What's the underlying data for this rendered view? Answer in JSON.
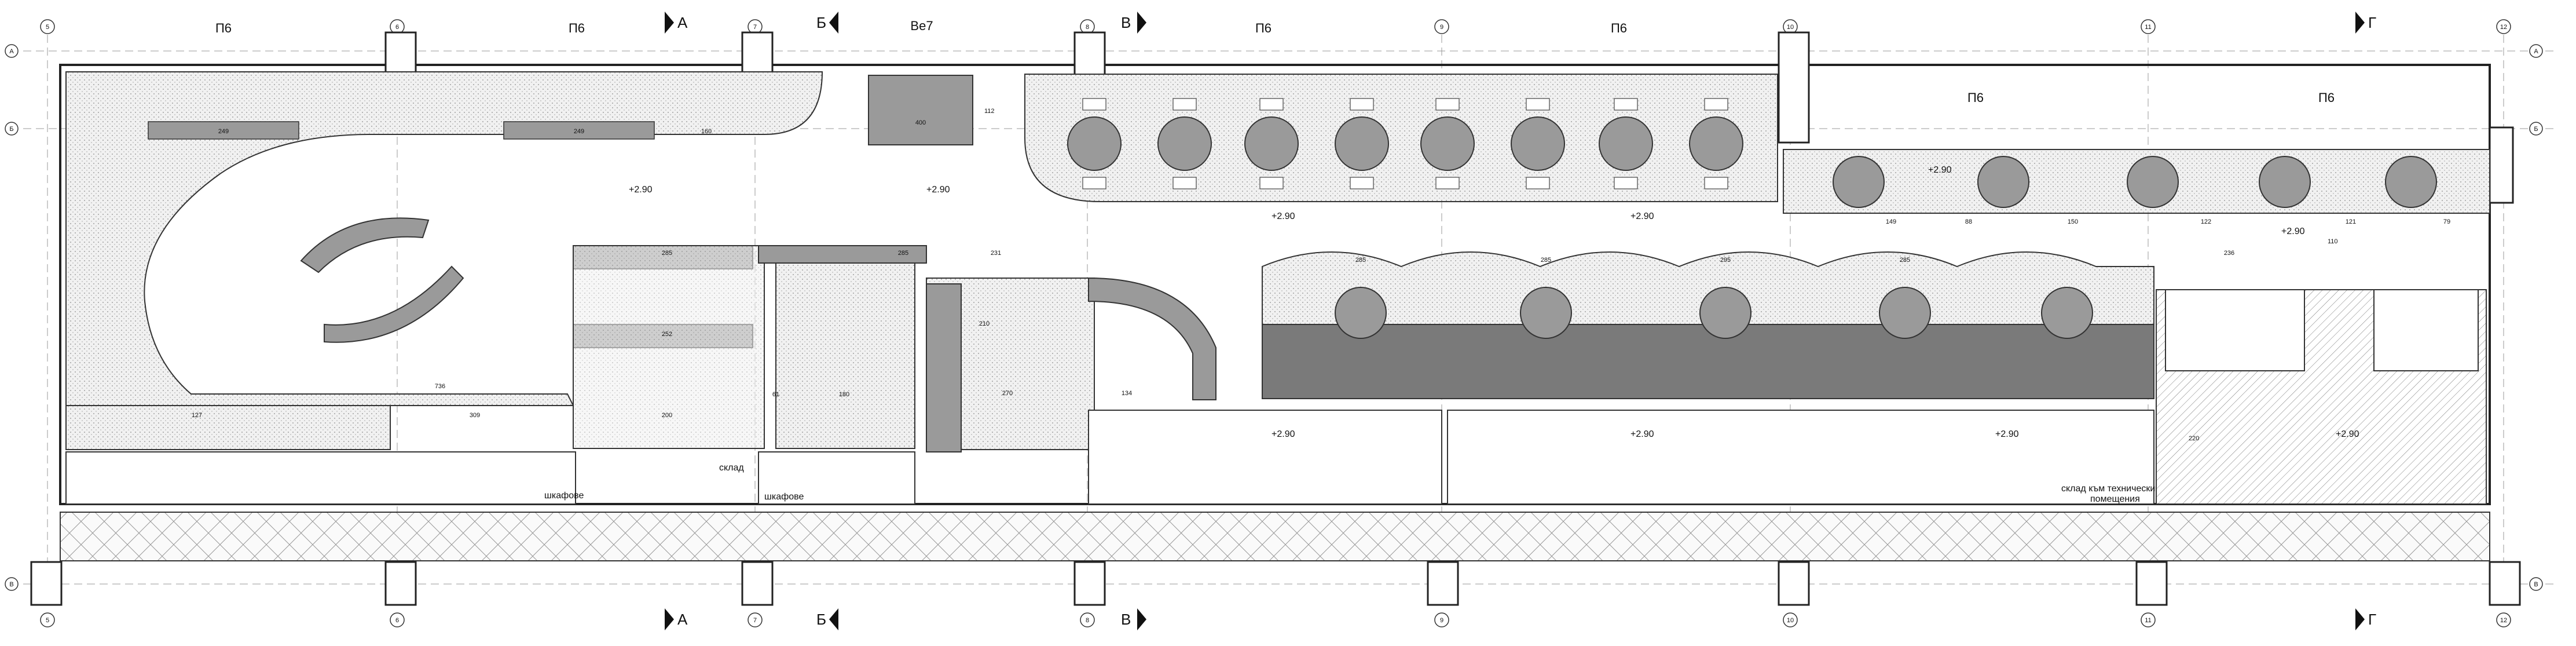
{
  "axes": {
    "cols": [
      "5",
      "6",
      "7",
      "8",
      "9",
      "10",
      "11",
      "12"
    ],
    "rows": [
      "А",
      "Б",
      "В"
    ]
  },
  "sections": [
    "А",
    "Б",
    "В",
    "Г"
  ],
  "tags": {
    "p6": "П6",
    "ve7": "Ве7",
    "ve7_dim_a": "400",
    "ve7_dim_b": "112"
  },
  "levels": {
    "main": "+2.90"
  },
  "dims": {
    "seat_a": "249",
    "seat_b": "249",
    "seat_c": "160",
    "bar_a": "736",
    "bar_b": "309",
    "bar_c": "127",
    "mid_a": "285",
    "mid_b": "252",
    "mid_c": "200",
    "mid_d": "180",
    "mid_e": "210",
    "mid_f": "270",
    "mid_g": "61",
    "mid_h": "134",
    "mid_i": "285",
    "mid_j": "231",
    "r1": "149",
    "r2": "88",
    "r3": "150",
    "r4": "122",
    "r5": "121",
    "r6": "79",
    "r7": "236",
    "booth_a": "285",
    "booth_b": "285",
    "booth_c": "295",
    "booth_d": "285",
    "wc_a": "220",
    "wc_b": "110"
  },
  "rooms": {
    "wardrobe_a": "шкафове",
    "wardrobe_b": "шкафове",
    "storage": "склад",
    "tech_storage_1": "склад към технически",
    "tech_storage_2": "помещения"
  }
}
